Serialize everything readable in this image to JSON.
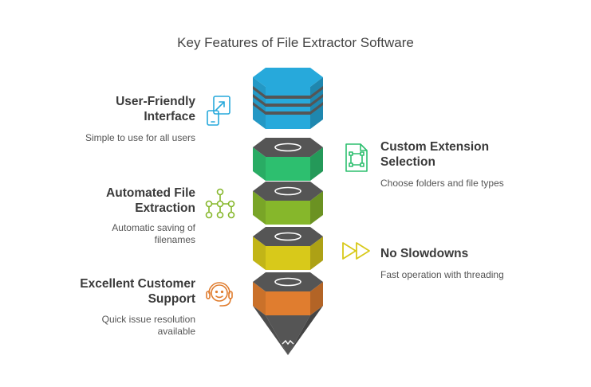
{
  "title": "Key Features of File Extractor Software",
  "features": [
    {
      "title_lines": [
        "User-Friendly",
        "Interface"
      ],
      "desc_lines": [
        "Simple to use for all users"
      ],
      "side": "left",
      "color": "#27a9db",
      "icon": "resize-device-icon"
    },
    {
      "title_lines": [
        "Custom Extension",
        "Selection"
      ],
      "desc_lines": [
        "Choose folders and file types"
      ],
      "side": "right",
      "color": "#2dbf6f",
      "icon": "file-selection-icon"
    },
    {
      "title_lines": [
        "Automated File",
        "Extraction"
      ],
      "desc_lines": [
        "Automatic saving of",
        "filenames"
      ],
      "side": "left",
      "color": "#86b72b",
      "icon": "workflow-nodes-icon"
    },
    {
      "title_lines": [
        "No Slowdowns"
      ],
      "desc_lines": [
        "Fast operation with threading"
      ],
      "side": "right",
      "color": "#d8c91a",
      "icon": "fast-forward-icon"
    },
    {
      "title_lines": [
        "Excellent Customer",
        "Support"
      ],
      "desc_lines": [
        "Quick issue resolution",
        "available"
      ],
      "side": "left",
      "color": "#e07d2f",
      "icon": "support-headset-icon"
    }
  ],
  "colors": {
    "cap": "#555555",
    "tip": "#555555",
    "ring": "#ffffff"
  }
}
